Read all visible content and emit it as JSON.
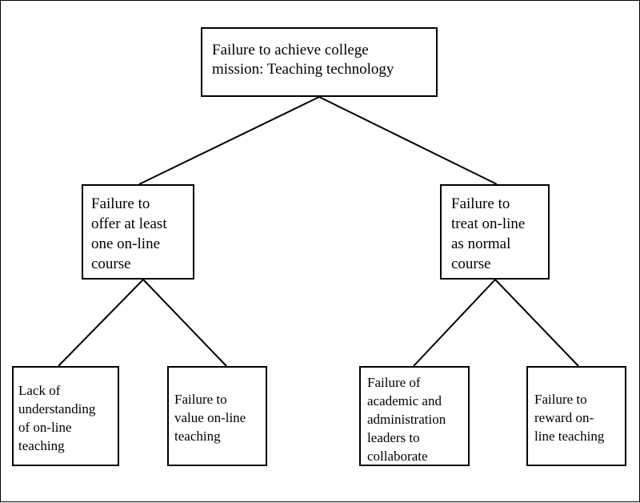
{
  "diagram": {
    "root": {
      "text": "Failure to achieve college\nmission: Teaching technology"
    },
    "left_branch": {
      "text": "Failure to\noffer at least\none on-line\ncourse",
      "children": [
        {
          "text": "Lack of\nunderstanding\nof on-line\nteaching"
        },
        {
          "text": "Failure to\nvalue on-line\nteaching"
        }
      ]
    },
    "right_branch": {
      "text": "Failure to\ntreat on-line\nas normal\ncourse",
      "children": [
        {
          "text": "Failure of\nacademic and\nadministration\nleaders to\ncollaborate"
        },
        {
          "text": "Failure to\nreward on-\nline teaching"
        }
      ]
    }
  }
}
